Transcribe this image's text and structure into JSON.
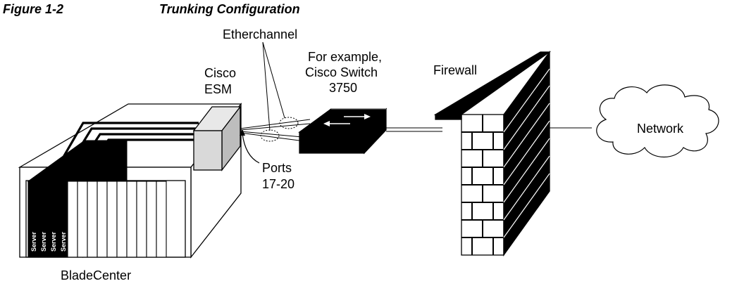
{
  "figure": {
    "number": "Figure 1-2",
    "title": "Trunking Configuration"
  },
  "labels": {
    "etherchannel": "Etherchannel",
    "cisco_esm": [
      "Cisco",
      "ESM"
    ],
    "switch": [
      "For example,",
      "Cisco Switch",
      "3750"
    ],
    "firewall": "Firewall",
    "network": "Network",
    "ports": [
      "Ports",
      "17-20"
    ],
    "bladecenter": "BladeCenter",
    "server_blade": "Server"
  },
  "colors": {
    "line": "#000000",
    "esm_fill": "#d9d9d9",
    "background": "#ffffff"
  }
}
